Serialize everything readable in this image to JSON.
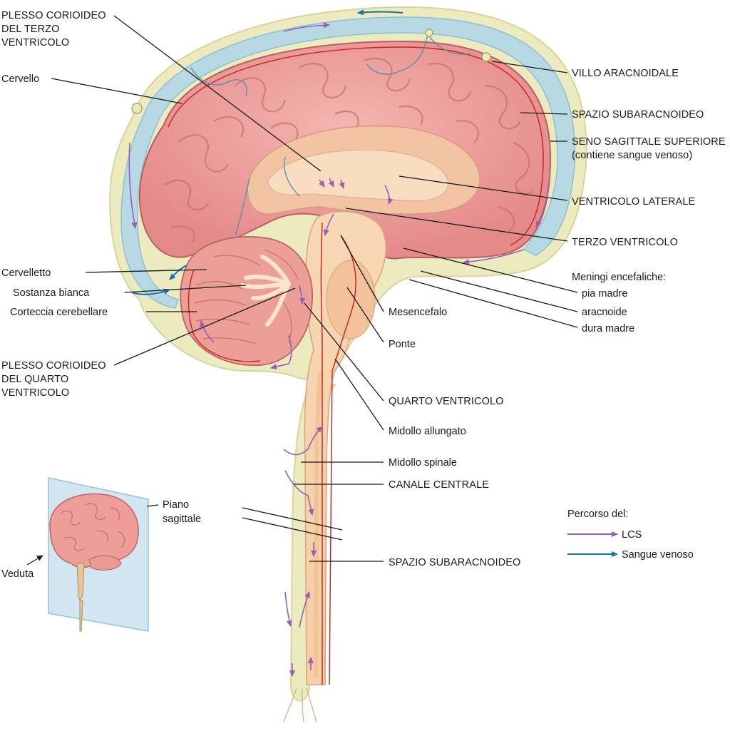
{
  "labels": {
    "choroid_third": [
      "PLESSO CORIOIDEO",
      "DEL TERZO",
      "VENTRICOLO"
    ],
    "cerebrum": "Cervello",
    "arachnoid_villus": "VILLO ARACNOIDALE",
    "subarachnoid_space_top": "SPAZIO SUBARACNOIDEO",
    "superior_sagittal_sinus": [
      "SENO SAGITTALE SUPERIORE",
      "(contiene sangue venoso)"
    ],
    "lateral_ventricle": "VENTRICOLO LATERALE",
    "third_ventricle": "TERZO VENTRICOLO",
    "meninges_title": "Meningi encefaliche:",
    "pia_mater": "pia madre",
    "arachnoid": "aracnoide",
    "dura_mater": "dura madre",
    "cerebellum": "Cervelletto",
    "white_matter": "Sostanza bianca",
    "cerebellar_cortex": "Corteccia cerebellare",
    "mesencephalon": "Mesencefalo",
    "pons": "Ponte",
    "choroid_fourth": [
      "PLESSO CORIOIDEO",
      "DEL QUARTO",
      "VENTRICOLO"
    ],
    "fourth_ventricle": "QUARTO VENTRICOLO",
    "medulla_oblongata": "Midollo allungato",
    "spinal_cord": "Midollo spinale",
    "central_canal": "CANALE CENTRALE",
    "subarachnoid_space_bottom": "SPAZIO SUBARACNOIDEO",
    "sagittal_plane": [
      "Piano",
      "sagittale"
    ],
    "view": "Veduta"
  },
  "legend": {
    "title": "Percorso del:",
    "items": [
      {
        "label": "LCS",
        "color": "#9a5cb4"
      },
      {
        "label": "Sangue venoso",
        "color": "#1d6fb3"
      }
    ]
  },
  "colors": {
    "csf_arrow": "#9a5cb4",
    "venous_arrow": "#1d6fb3",
    "brain_tissue": "#eb9d9b",
    "brainstem": "#f5cfa7",
    "sinus": "#b7d9e4",
    "membrane": "#eceabf",
    "sagittal_plane": "#cfe5f1"
  }
}
